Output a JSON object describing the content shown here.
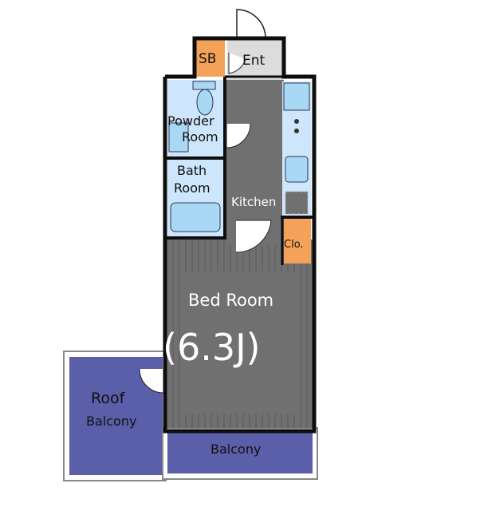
{
  "rooms": {
    "shoe_box": "SB",
    "entrance": "Ent",
    "powder_room": [
      "Powder",
      "Room"
    ],
    "bath_room": [
      "Bath",
      "Room"
    ],
    "kitchen": "Kitchen",
    "closet": "Clo.",
    "bed_room": "Bed Room",
    "bed_room_size": "(6.3J)",
    "roof_balcony": [
      "Roof",
      "Balcony"
    ],
    "balcony": "Balcony"
  },
  "colors": {
    "floor_gray": "#707070",
    "wall": "#0d0d0d",
    "wet_area_blue": "#cde6fb",
    "fixture_blue": "#a9d8f5",
    "storage_orange": "#f4a25a",
    "entrance_gray": "#dcdcdc",
    "balcony_purple": "#5b5ea8",
    "bedroom_text": "#ffffff"
  }
}
